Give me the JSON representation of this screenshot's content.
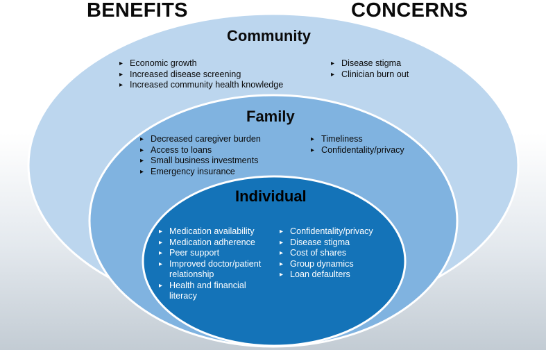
{
  "headers": {
    "benefits": "BENEFITS",
    "concerns": "CONCERNS"
  },
  "levels": {
    "community": {
      "title": "Community",
      "benefits": [
        "Economic growth",
        "Increased disease screening",
        "Increased community health knowledge"
      ],
      "concerns": [
        "Disease stigma",
        "Clinician burn out"
      ]
    },
    "family": {
      "title": "Family",
      "benefits": [
        "Decreased caregiver burden",
        "Access to loans",
        "Small business investments",
        "Emergency insurance"
      ],
      "concerns": [
        "Timeliness",
        "Confidentality/privacy"
      ]
    },
    "individual": {
      "title": "Individual",
      "benefits": [
        "Medication availability",
        "Medication adherence",
        "Peer support",
        "Improved doctor/patient relationship",
        "Health and financial literacy"
      ],
      "concerns": [
        "Confidentality/privacy",
        "Disease stigma",
        "Cost of shares",
        "Group dynamics",
        "Loan defaulters"
      ]
    }
  },
  "colors": {
    "outer_ellipse": "#bcd6ee",
    "middle_ellipse": "#80b3e0",
    "inner_ellipse": "#1473b8",
    "ellipse_stroke": "#ffffff",
    "text_dark": "#0a0a0a",
    "text_light": "#ffffff"
  }
}
